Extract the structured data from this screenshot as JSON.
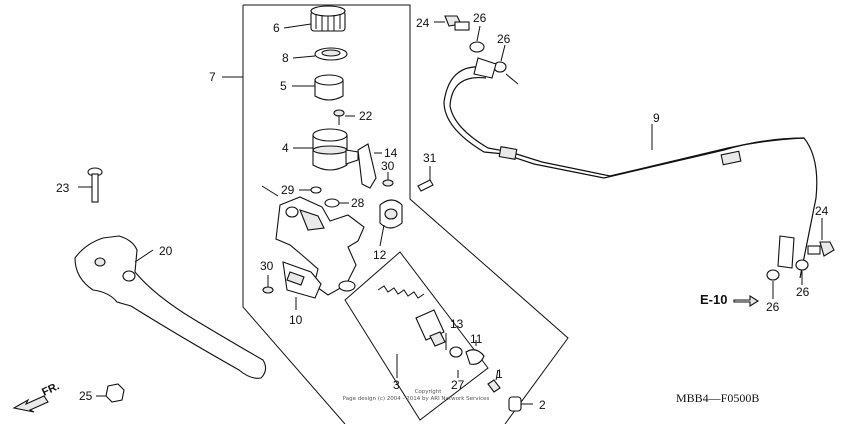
{
  "diagram_code": "MBB4—F0500B",
  "section_ref": "E-10",
  "direction_label": "FR.",
  "copyright": [
    "Copyright",
    "Page design (c) 2004 - 2014 by ARI Network Services"
  ],
  "callouts": {
    "c1": "1",
    "c2": "2",
    "c3": "3",
    "c4": "4",
    "c5": "5",
    "c6": "6",
    "c7": "7",
    "c8": "8",
    "c9": "9",
    "c10": "10",
    "c11": "11",
    "c12": "12",
    "c13": "13",
    "c14": "14",
    "c20": "20",
    "c22": "22",
    "c23": "23",
    "c24a": "24",
    "c24b": "24",
    "c25": "25",
    "c26a": "26",
    "c26b": "26",
    "c26c": "26",
    "c26d": "26",
    "c27": "27",
    "c28": "28",
    "c29": "29",
    "c30a": "30",
    "c30b": "30",
    "c31": "31"
  }
}
